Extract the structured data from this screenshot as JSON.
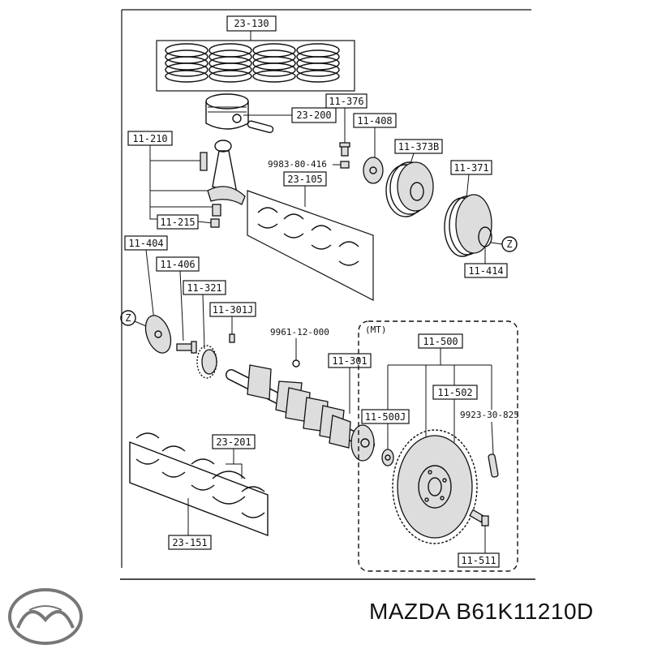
{
  "part_labels": {
    "piston_rings": "23-130",
    "piston_pin_clip": "11-376",
    "pulley_hub": "11-408",
    "piston": "23-200",
    "bolt_9983": "9983-80-416",
    "pulley_373b": "11-373B",
    "pulley_371": "11-371",
    "conrod": "11-210",
    "conrod_bearings": "23-105",
    "conrod_nut": "11-215",
    "pulley_plate": "11-404",
    "pulley_bolt": "11-414",
    "crank_bolt": "11-406",
    "timing_gear": "11-321",
    "crank_key": "11-301J",
    "plug_9961": "9961-12-000",
    "crankshaft": "11-301",
    "flywheel_assy": "11-500",
    "ring_gear": "11-502",
    "pilot_bearing": "11-500J",
    "dowel_9923": "9923-30-825",
    "thrust_bearing": "23-201",
    "main_bearings": "23-151",
    "flywheel_bolt": "11-511"
  },
  "z_marks": [
    "Z",
    "Z"
  ],
  "variant_note": "(MT)",
  "caption": "MAZDA B61K11210D",
  "brand_logo": "mazda-logo"
}
